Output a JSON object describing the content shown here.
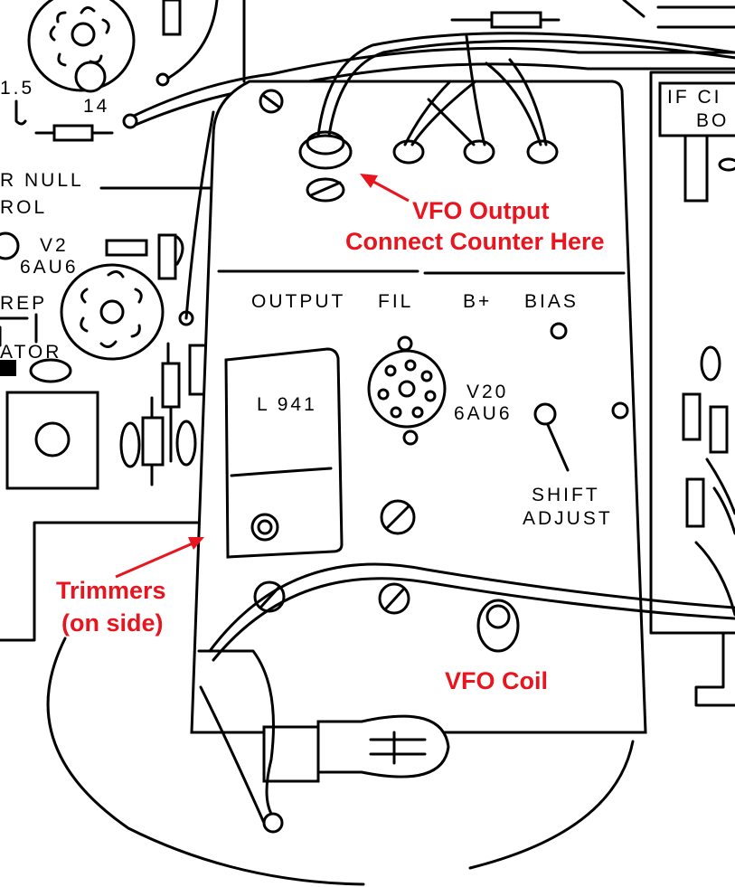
{
  "schematic_labels": {
    "output": "OUTPUT",
    "fil": "FIL",
    "b_plus": "B+",
    "bias": "BIAS",
    "coil": "L 941",
    "tube_number": "V20",
    "tube_type": "6AU6",
    "shift_line1": "SHIFT",
    "shift_line2": "ADJUST",
    "v2_number": "V2",
    "v2_type": "6AU6",
    "null_line1": "R NULL",
    "null_line2": "ROL",
    "if_line1": "IF CI",
    "if_line2": "BO",
    "pin_a": "1.5",
    "pin_b": "14",
    "frag_rep": "REP",
    "frag_ator": "ATOR"
  },
  "annotations": {
    "vfo_output_line1": "VFO Output",
    "vfo_output_line2": "Connect Counter Here",
    "trimmers_line1": "Trimmers",
    "trimmers_line2": "(on side)",
    "vfo_coil": "VFO Coil"
  },
  "colors": {
    "annotation": "#e8141e",
    "ink": "#000000",
    "paper": "#ffffff"
  }
}
